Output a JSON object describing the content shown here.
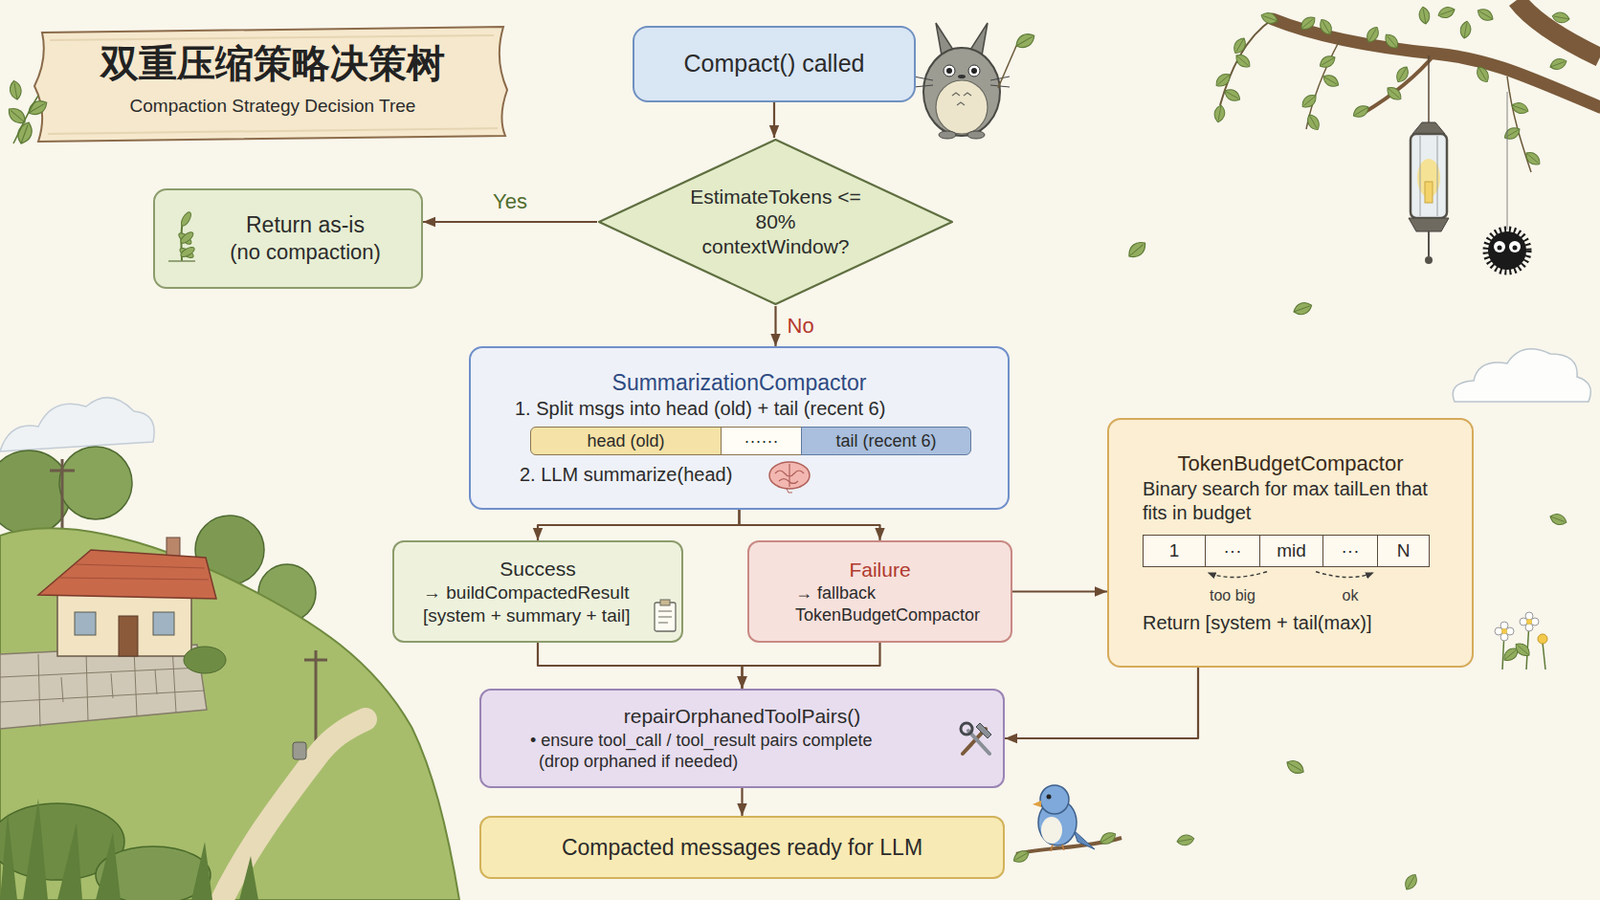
{
  "diagram": {
    "title": "双重压缩策略决策树",
    "nodes": [
      {
        "text": [
          "Compact() called"
        ]
      },
      {
        "text": [
          "EstimateTokens <= 80% contextWindow?"
        ]
      },
      {
        "text": [
          "Return as-is",
          "(no compaction)"
        ]
      },
      {
        "text": [
          "SummarizationCompactor",
          "1. Split msgs into head (old) + tail (recent 6)",
          "2. LLM summarize(head)"
        ]
      },
      {
        "text": [
          "head (old)"
        ],
        "in": 3
      },
      {
        "text": [
          "······"
        ],
        "in": 3
      },
      {
        "text": [
          "tail (recent 6)"
        ],
        "in": 3
      },
      {
        "text": [
          "Success",
          "→ buildCompactedResult [system + summary + tail]"
        ]
      },
      {
        "text": [
          "Failure",
          "→ fallback TokenBudgetCompactor"
        ]
      },
      {
        "text": [
          "TokenBudgetCompactor",
          "Binary search for max tailLen that fits in budget",
          "Return [system + tail(max)]"
        ]
      },
      {
        "text": [
          "1"
        ],
        "in": 9
      },
      {
        "text": [
          "···"
        ],
        "in": 9
      },
      {
        "text": [
          "mid"
        ],
        "in": 9
      },
      {
        "text": [
          "···"
        ],
        "in": 9
      },
      {
        "text": [
          "N"
        ],
        "in": 9
      },
      {
        "text": [
          "repairOrphanedToolPairs()",
          "• ensure tool_call / tool_result pairs complete",
          "(drop orphaned if needed)"
        ]
      },
      {
        "text": [
          "Compacted messages ready for LLM"
        ]
      }
    ],
    "edges": [
      {
        "from": 0,
        "to": 1,
        "arrow": "to"
      },
      {
        "from": 1,
        "to": 2,
        "label": "Yes",
        "arrow": "to"
      },
      {
        "from": 1,
        "to": 3,
        "label": "No",
        "arrow": "to"
      },
      {
        "from": 3,
        "to": 7,
        "arrow": "to"
      },
      {
        "from": 3,
        "to": 8,
        "arrow": "to"
      },
      {
        "from": 8,
        "to": 9,
        "arrow": "to"
      },
      {
        "from": 7,
        "to": 15,
        "arrow": "to"
      },
      {
        "from": 8,
        "to": 15,
        "arrow": "to"
      },
      {
        "from": 9,
        "to": 15,
        "arrow": "to"
      },
      {
        "from": 15,
        "to": 16,
        "arrow": "to"
      }
    ],
    "labels": [
      "Compaction Strategy Decision Tree",
      "too big",
      "ok"
    ]
  }
}
